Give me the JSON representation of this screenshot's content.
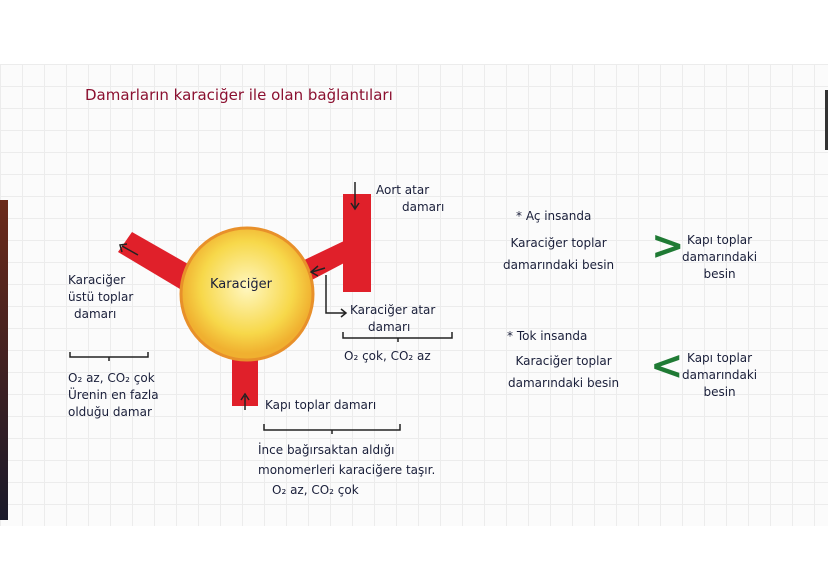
{
  "title": "Damarların karaciğer ile olan bağlantıları",
  "diagram": {
    "organ": "Karaciğer",
    "aorta": [
      "Aort atar",
      "damarı"
    ],
    "hepatic_vein": {
      "label": [
        "Karaciğer",
        "üstü toplar",
        "damarı"
      ],
      "note": [
        "O₂ az, CO₂ çok",
        "Ürenin en fazla",
        "olduğu damar"
      ]
    },
    "hepatic_artery": {
      "label": [
        "Karaciğer atar",
        "damarı"
      ],
      "note": "O₂ çok, CO₂ az"
    },
    "portal_vein": {
      "label": "Kapı toplar damarı",
      "note": [
        "İnce bağırsaktan aldığı",
        "monomerleri karaciğere taşır.",
        "O₂ az, CO₂ çok"
      ]
    }
  },
  "comparisons": [
    {
      "heading": "* Aç insanda",
      "left": [
        "Karaciğer toplar",
        "damarındaki besin"
      ],
      "sign": ">",
      "right": [
        "Kapı toplar",
        "damarındaki",
        "besin"
      ]
    },
    {
      "heading": "* Tok insanda",
      "left": [
        "Karaciğer toplar",
        "damarındaki besin"
      ],
      "sign": "<",
      "right": [
        "Kapı toplar",
        "damarındaki",
        "besin"
      ]
    }
  ],
  "colors": {
    "vessel": "#e0202a",
    "liver": "#f7d84a",
    "title": "#8b1030",
    "sign": "#1f7a34"
  }
}
